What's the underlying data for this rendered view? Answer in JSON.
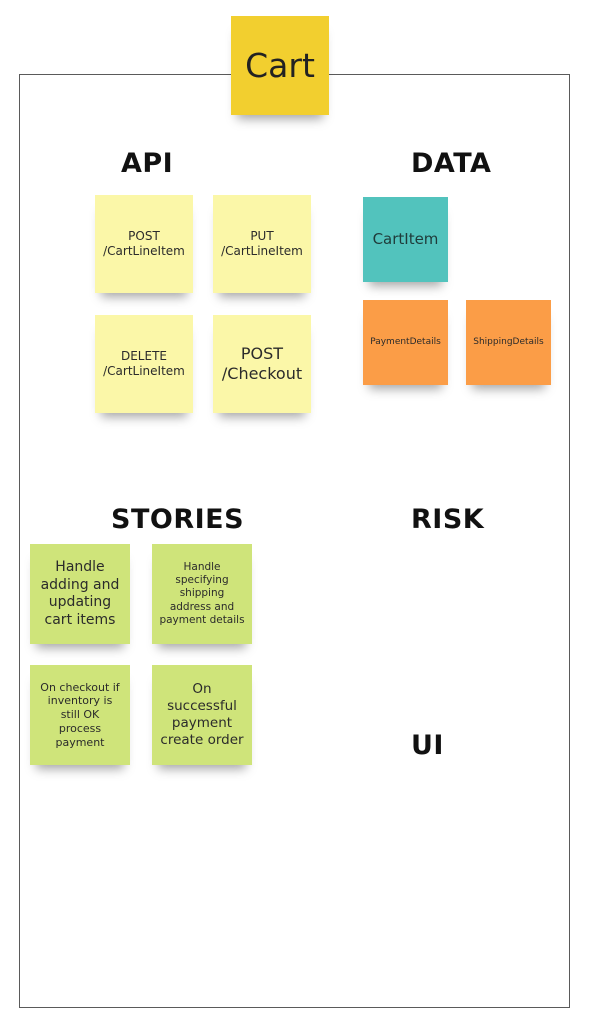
{
  "board_title": "Cart",
  "sections": {
    "api": "API",
    "data": "DATA",
    "stories": "STORIES",
    "risk": "RISK",
    "ui": "UI"
  },
  "api_notes": [
    "POST\n/CartLineItem",
    "PUT\n/CartLineItem",
    "DELETE\n/CartLineItem",
    "POST\n/Checkout"
  ],
  "data_notes": [
    "CartItem",
    "PaymentDetails",
    "ShippingDetails"
  ],
  "story_notes": [
    "Handle\nadding and\nupdating\ncart items",
    "Handle\nspecifying\nshipping\naddress and\npayment details",
    "On checkout if\ninventory is\nstill OK\nprocess\npayment",
    "On\nsuccessful\npayment\ncreate order"
  ],
  "colors": {
    "title_note": "#f2cf2f",
    "api_note": "#fbf7a8",
    "data_entity": "#52c3bd",
    "data_detail": "#fb9d47",
    "story_note": "#cfe47a"
  }
}
